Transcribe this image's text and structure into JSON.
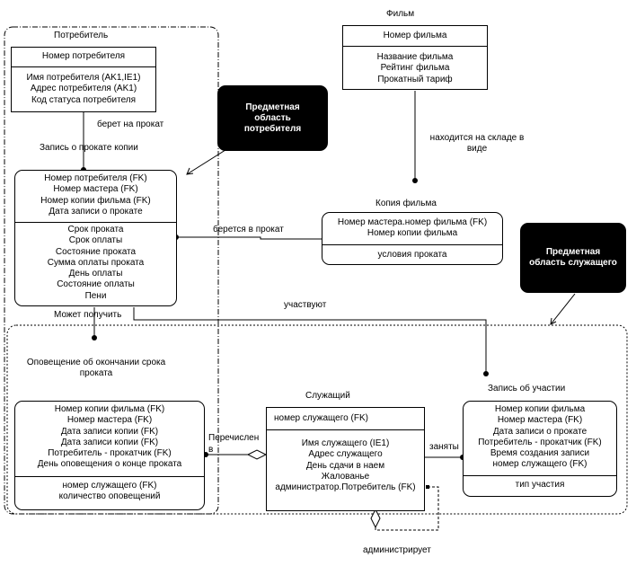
{
  "entities": {
    "consumer": {
      "title": "Потребитель",
      "key": [
        "Номер потребителя"
      ],
      "attrs": [
        "Имя потребителя (AK1,IE1)",
        "Адрес потребителя  (AK1)",
        "Код статуса потребителя"
      ]
    },
    "film": {
      "title": "Фильм",
      "key": [
        "Номер фильма"
      ],
      "attrs": [
        "Название фильма",
        "Рейтинг фильма",
        "Прокатный тариф"
      ]
    },
    "rental": {
      "title": "Запись о прокате копии",
      "key": [
        "Номер потребителя  (FK)",
        "Номер мастера  (FK)",
        "Номер копии фильма  (FK)",
        "Дата записи о прокате"
      ],
      "attrs": [
        "Срок проката",
        "Срок оплаты",
        "Состояние проката",
        "Сумма оплаты  проката",
        "День оплаты",
        "Состояние оплаты",
        "Пени"
      ]
    },
    "copy": {
      "title": "Копия фильма",
      "key": [
        "Номер мастера.номер фильма (FK)",
        "Номер копии фильма"
      ],
      "attrs": [
        "условия  проката"
      ]
    },
    "notice": {
      "title": "Оповещение об окончании срока проката",
      "key": [
        "Номер копии фильма  (FK)",
        "Номер мастера  (FK)",
        "Дата записи копии (FK)",
        "Дата записи копии (FK)",
        "Потребитель - прокатчик  (FK)",
        "День оповещения о конце проката"
      ],
      "attrs": [
        "номер служащего  (FK)",
        "количество оповещений"
      ]
    },
    "employee": {
      "title": "Служащий",
      "key": [
        "номер служащего  (FK)"
      ],
      "attrs": [
        "Имя служащего (IE1)",
        "Адрес служащего",
        "День сдачи в наем",
        "Жалованье",
        "администратор.Потребитель (FK)"
      ]
    },
    "participation": {
      "title": "Запись об участии",
      "key": [
        "Номер копии фильма",
        "Номер мастера  (FK)",
        "Дата записи о прокате",
        "Потребитель - прокатчик (FK)",
        "Время  создания  записи",
        "номер служащего  (FK)"
      ],
      "attrs": [
        "тип участия"
      ]
    }
  },
  "relationships": {
    "takes": "берет на прокат",
    "stored": "находится на складе в виде",
    "rented": "берется в прокат",
    "can_receive": "Может получить",
    "participate": "участвуют",
    "listed": "Перечислен в",
    "busy": "заняты",
    "administers": "администрирует"
  },
  "callouts": {
    "consumer_area": "Предметная область потребителя",
    "employee_area": "Предметная область служащего"
  }
}
